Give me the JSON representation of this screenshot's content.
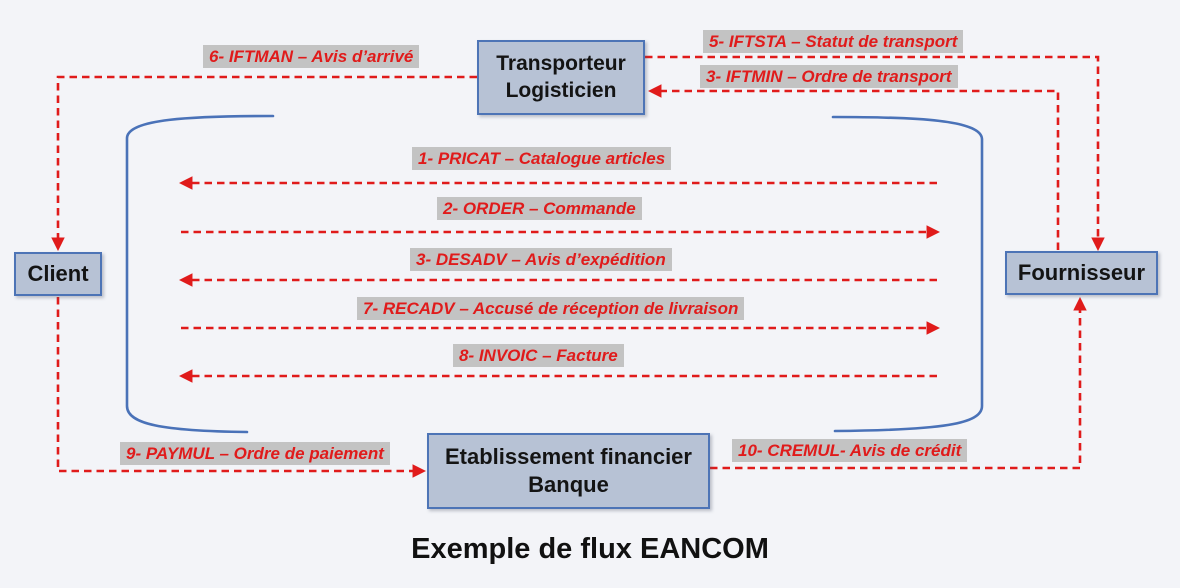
{
  "title": "Exemple de flux EANCOM",
  "entities": {
    "transporteur": {
      "line1": "Transporteur",
      "line2": "Logisticien"
    },
    "client": {
      "label": "Client"
    },
    "fournisseur": {
      "label": "Fournisseur"
    },
    "banque": {
      "line1": "Etablissement financier",
      "line2": "Banque"
    }
  },
  "flows": {
    "pricat": {
      "label": "1- PRICAT – Catalogue articles",
      "from": "Fournisseur",
      "to": "Client"
    },
    "order": {
      "label": "2- ORDER – Commande",
      "from": "Client",
      "to": "Fournisseur"
    },
    "desadv": {
      "label": "3- DESADV – Avis d’expédition",
      "from": "Fournisseur",
      "to": "Client"
    },
    "recadv": {
      "label": "7- RECADV – Accusé de réception de livraison",
      "from": "Client",
      "to": "Fournisseur"
    },
    "invoic": {
      "label": "8- INVOIC – Facture",
      "from": "Fournisseur",
      "to": "Client"
    },
    "iftman": {
      "label": "6- IFTMAN – Avis d’arrivé",
      "from": "Transporteur Logisticien",
      "to": "Client"
    },
    "iftsta": {
      "label": "5- IFTSTA – Statut de transport",
      "from": "Transporteur Logisticien",
      "to": "Fournisseur"
    },
    "iftmin": {
      "label": "3- IFTMIN – Ordre de transport",
      "from": "Fournisseur",
      "to": "Transporteur Logisticien"
    },
    "paymul": {
      "label": "9- PAYMUL – Ordre de paiement",
      "from": "Client",
      "to": "Etablissement financier Banque"
    },
    "cremul": {
      "label": "10- CREMUL- Avis de crédit",
      "from": "Etablissement financier Banque",
      "to": "Fournisseur"
    }
  },
  "colors": {
    "arrow_red": "#e01b1b",
    "box_fill": "#b7c2d5",
    "box_border": "#4d74b6",
    "label_background": "#c3c3c3",
    "bracket_blue": "#4a72b8",
    "background": "#f3f4f8"
  }
}
